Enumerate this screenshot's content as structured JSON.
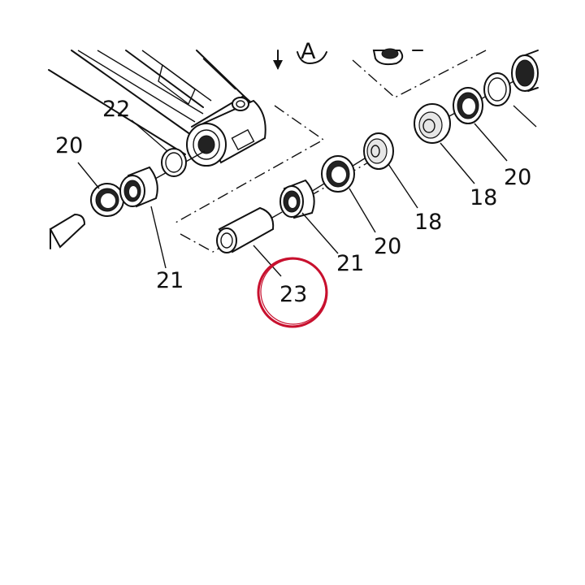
{
  "diagram": {
    "arrow_label": "A",
    "parts": [
      {
        "id": "p22",
        "label": "22"
      },
      {
        "id": "p20a",
        "label": "20"
      },
      {
        "id": "p21a",
        "label": "21"
      },
      {
        "id": "p21b",
        "label": "21"
      },
      {
        "id": "p20b",
        "label": "20"
      },
      {
        "id": "p18a",
        "label": "18"
      },
      {
        "id": "p18b",
        "label": "18"
      },
      {
        "id": "p20c",
        "label": "20"
      },
      {
        "id": "p23",
        "label": "23"
      }
    ],
    "highlight_color": "#c8102e"
  }
}
